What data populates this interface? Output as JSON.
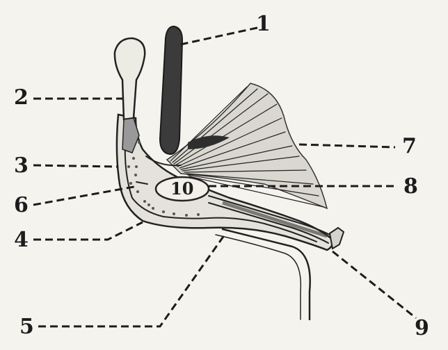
{
  "labels": {
    "l1": "1",
    "l2": "2",
    "l3": "3",
    "l4": "4",
    "l5": "5",
    "l6": "6",
    "l7": "7",
    "l8": "8",
    "l9": "9",
    "l10": "10"
  },
  "colors": {
    "background": "#f4f3ee",
    "ink": "#1c1c1c",
    "shade": "#3a3a3a"
  }
}
